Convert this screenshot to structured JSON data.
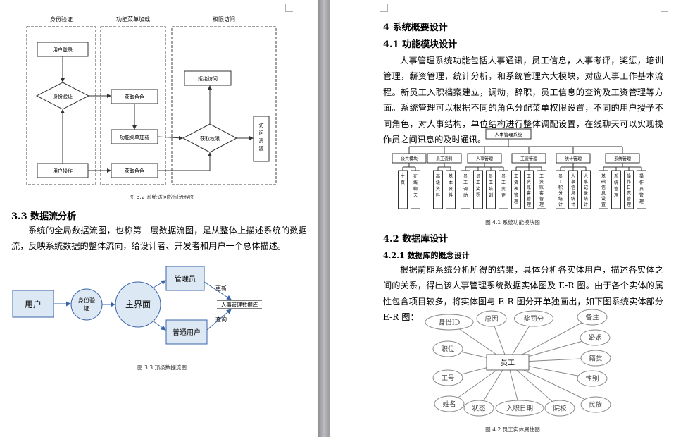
{
  "left": {
    "flow": {
      "lanes": [
        "身份验证",
        "功能菜单加载",
        "权限访问"
      ],
      "user_login": "用户登录",
      "identity_check": "身份验证",
      "get_role_1": "获取角色",
      "menu_load": "功能菜单加载",
      "get_perm": "获取权限",
      "reject": "拒绝访问",
      "access": "访问资源",
      "user_op": "用户操作",
      "get_role_2": "获取角色"
    },
    "fig32_caption": "图 3.2   系统访问控制流程图",
    "sec33_title": "3.3 数据流分析",
    "sec33_body": "系统的全局数据流图，也称第一层数据流图，是从整体上描述系统的数据流，反映系统数据的整体流向，给设计者、开发者和用户一个总体描述。",
    "dfd": {
      "user": "用户",
      "auth": "身份验证",
      "main": "主界面",
      "admin": "管理员",
      "normal": "普通用户",
      "update": "更新",
      "query": "查询",
      "db": "人事管理数据库"
    },
    "fig33_caption": "图 3.3   顶级数据流图"
  },
  "right": {
    "ch4_title": "4 系统概要设计",
    "sec41_title": "4.1 功能模块设计",
    "sec41_body": "人事管理系统功能包括人事通讯，员工信息，人事考评，奖惩，培训管理，薪资管理，统计分析，和系统管理六大模块，对应人事工作基本流程。新员工入职档案建立，调动，辞职，员工信息的查询及工资管理等方面。系统管理可以根据不同的角色分配菜单权限设置，不同的用户授予不同角色，对人事结构，单位结构进行整体调配设置，在线聊天可以实现操作员之间讯息的及时通讯。",
    "tree": {
      "root": "人事管理系统",
      "modules": [
        {
          "name": "公共模块",
          "leaves": [
            "主页",
            "在线聊天"
          ]
        },
        {
          "name": "员工资料",
          "leaves": [
            "高级资料",
            "基本资料"
          ]
        },
        {
          "name": "人事管理",
          "leaves": [
            "员工调动",
            "员工奖罚",
            "员工培训",
            "员工变更"
          ]
        },
        {
          "name": "工资管理",
          "leaves": [
            "工资表管理",
            "工资账套管理",
            "工资账套管理"
          ]
        },
        {
          "name": "统计管理",
          "leaves": [
            "员工积分统计",
            "人事信息统计",
            "人事记录统计"
          ]
        },
        {
          "name": "系统管理",
          "leaves": [
            "基础信息设置",
            "系统管理",
            "操作日志管理",
            "操作员管理"
          ]
        }
      ]
    },
    "fig41_caption": "图 4.1   系统功能模块图",
    "sec42_title": "4.2 数据库设计",
    "sec421_title": "4.2.1 数据库的概念设计",
    "sec421_body": "根据前期系统分析所得的结果，具体分析各实体用户，描述各实体之间的关系，得出该人事管理系统数据实体图及 E-R 图。由于各个实体的属性包含项目较多，将实体图与 E-R 图分开单独画出，如下图系统实体部分 E-R 图：",
    "er": {
      "entity": "员工",
      "attrs": [
        "身份ID",
        "原因",
        "奖罚分",
        "备注",
        "婚姻",
        "籍贯",
        "性别",
        "民族",
        "院校",
        "入职日期",
        "状态",
        "姓名",
        "工号",
        "职位"
      ]
    },
    "fig42_caption": "图 4.2   员工实体属性图"
  }
}
